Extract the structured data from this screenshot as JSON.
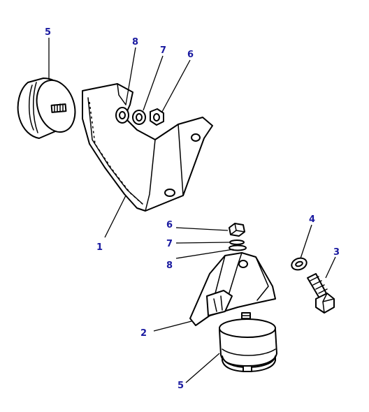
{
  "callouts": {
    "c5_top": "5",
    "c8_top": "8",
    "c7_top": "7",
    "c6_top": "6",
    "c1": "1",
    "c6_mid": "6",
    "c7_mid": "7",
    "c8_mid": "8",
    "c4": "4",
    "c3": "3",
    "c2": "2",
    "c5_bottom": "5"
  },
  "colors": {
    "callout_text": "#1a1aa0",
    "line": "#000000",
    "background": "#ffffff"
  }
}
